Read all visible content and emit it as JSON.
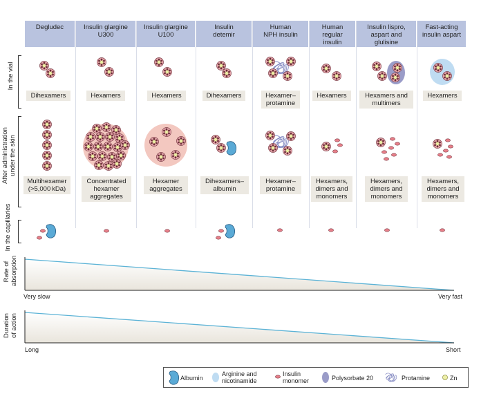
{
  "columns": [
    {
      "header": "Degludec",
      "vial": "Dihexamers",
      "skin": "Multihexamer\n(>5,000 kDa)"
    },
    {
      "header": "Insulin glargine\nU300",
      "vial": "Hexamers",
      "skin": "Concentrated\nhexamer\naggregates"
    },
    {
      "header": "Insulin glargine\nU100",
      "vial": "Hexamers",
      "skin": "Hexamer\naggregates"
    },
    {
      "header": "Insulin\ndetemir",
      "vial": "Dihexamers",
      "skin": "Dihexamers–\nalbumin"
    },
    {
      "header": "Human\nNPH insulin",
      "vial": "Hexamer–\nprotamine",
      "skin": "Hexamer–\nprotamine"
    },
    {
      "header": "Human\nregular\ninsulin",
      "vial": "Hexamers",
      "skin": "Hexamers,\ndimers and\nmonomers"
    },
    {
      "header": "Insulin lispro,\naspart and\nglulisine",
      "vial": "Hexamers and\nmultimers",
      "skin": "Hexamers,\ndimers and\nmonomers"
    },
    {
      "header": "Fast-acting\ninsulin aspart",
      "vial": "Hexamers",
      "skin": "Hexamers,\ndimers and\nmonomers"
    }
  ],
  "row_titles": {
    "vial": "In the vial",
    "skin": "After administration\nunder the skin",
    "capillaries": "In the capillaries"
  },
  "absorption": {
    "title": "Rate of\nabsorption",
    "left": "Very slow",
    "right": "Very fast"
  },
  "duration": {
    "title": "Duration\nof action",
    "left": "Long",
    "right": "Short"
  },
  "legend": {
    "albumin": "Albumin",
    "arginine": "Arginine and\nnicotinamide",
    "monomer": "Insulin\nmonomer",
    "polysorbate": "Polysorbate 20",
    "protamine": "Protamine",
    "zn": "Zn"
  },
  "colors": {
    "header_bg": "#b9c3df",
    "label_bg": "#ece9e2",
    "hexamer": "#e8a8ae",
    "zn": "#eef0a8",
    "albumin": "#5aaad6",
    "arginine": "#bfdcf2",
    "polysorbate": "#9a9cc8",
    "aggregate": "#f3c8c0",
    "line": "#5cb3d6"
  }
}
